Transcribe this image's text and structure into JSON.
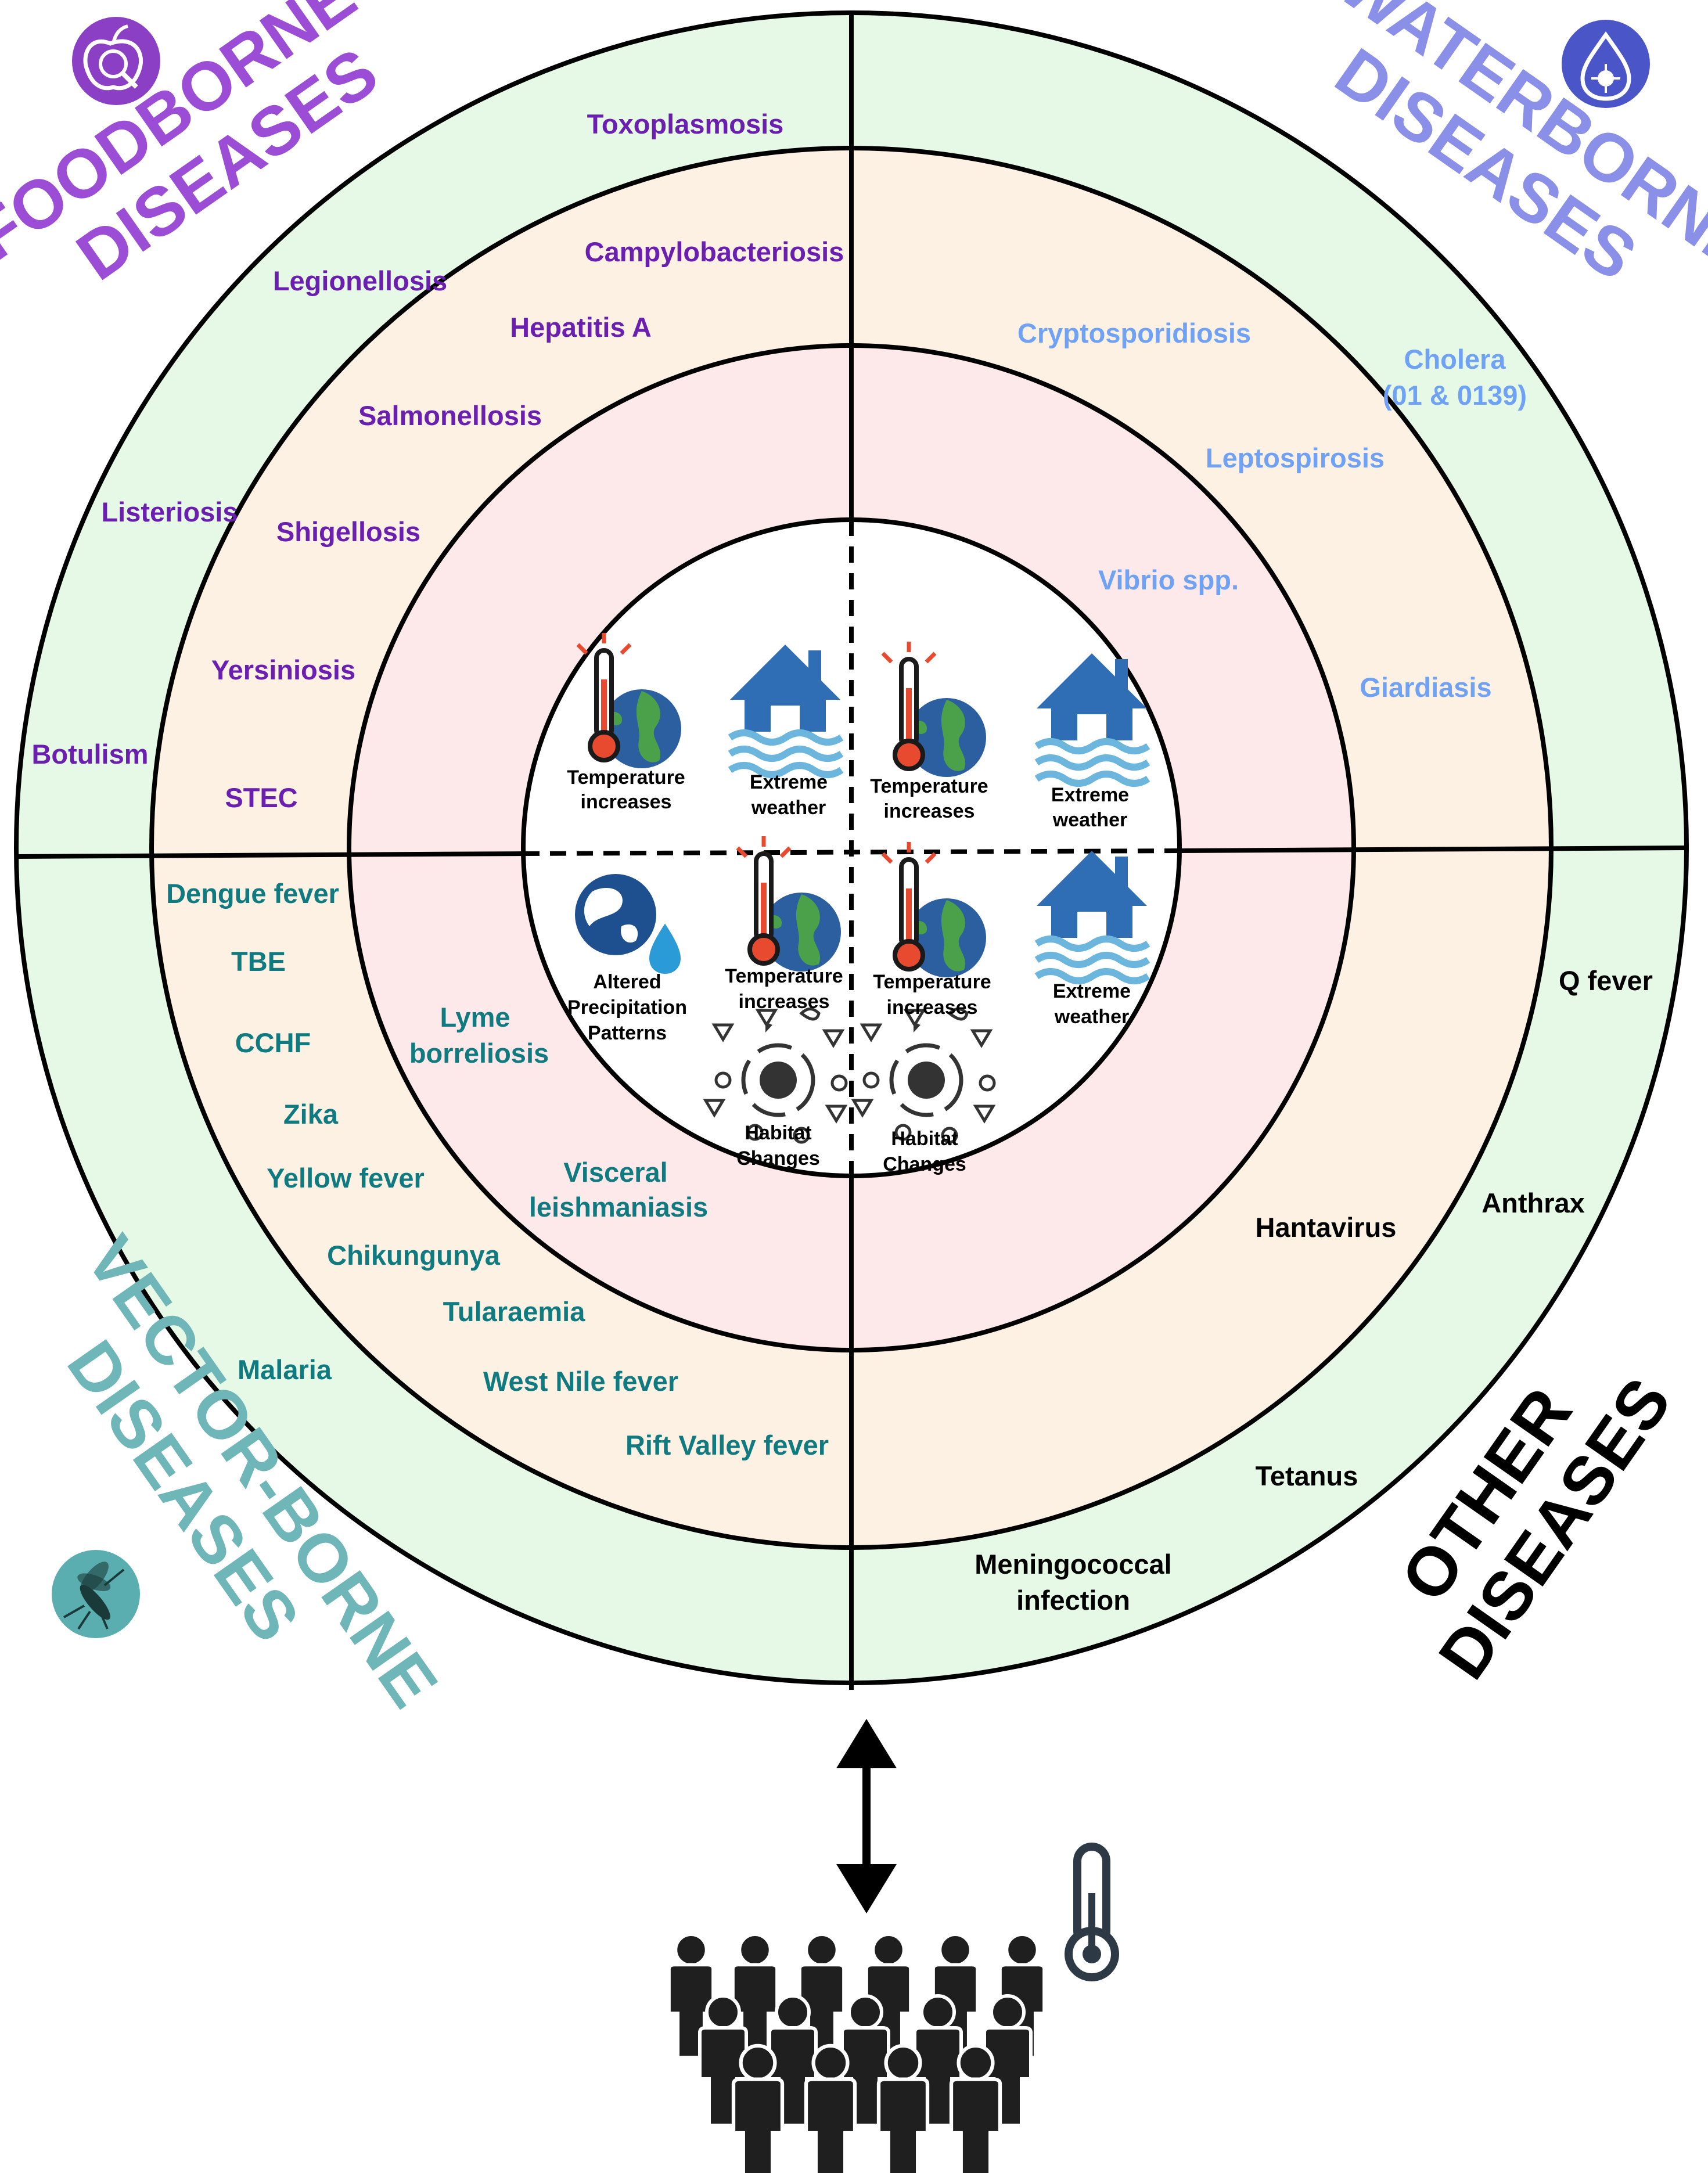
{
  "quadrants": {
    "foodborne": {
      "title_line1": "FOODBORNE",
      "title_line2": "DISEASES",
      "icon": "apple-magnifier-icon",
      "color": "#9b4dd6",
      "text_color": "#6a1fb0",
      "diseases": [
        "Toxoplasmosis",
        "Campylobacteriosis",
        "Legionellosis",
        "Hepatitis A",
        "Salmonellosis",
        "Listeriosis",
        "Shigellosis",
        "Yersiniosis",
        "Botulism",
        "STEC"
      ]
    },
    "waterborne": {
      "title_line1": "WATERBORNE",
      "title_line2": "DISEASES",
      "icon": "water-drop-microbe-icon",
      "color": "#8a8fe8",
      "text_color": "#6fa1f5",
      "diseases": [
        "Cryptosporidiosis",
        "Cholera",
        "(01 & 0139)",
        "Leptospirosis",
        "Vibrio spp.",
        "Giardiasis"
      ]
    },
    "vectorborne": {
      "title_line1": "VECTOR-BORNE",
      "title_line2": "DISEASES",
      "icon": "mosquito-icon",
      "color": "#6fb6b8",
      "text_color": "#0f7b80",
      "diseases": [
        "Dengue fever",
        "TBE",
        "CCHF",
        "Zika",
        "Yellow fever",
        "Chikungunya",
        "Tularaemia",
        "Malaria",
        "West Nile fever",
        "Rift Valley fever",
        "Lyme",
        "borreliosis",
        "Visceral",
        "leishmaniasis"
      ]
    },
    "other": {
      "title_line1": "OTHER",
      "title_line2": "DISEASES",
      "color": "#000000",
      "text_color": "#000000",
      "diseases": [
        "Q fever",
        "Anthrax",
        "Hantavirus",
        "Tetanus",
        "Meningococcal",
        "infection"
      ]
    }
  },
  "drivers": {
    "temperature": [
      "Temperature",
      "increases"
    ],
    "extreme_weather": [
      "Extreme",
      "weather"
    ],
    "precipitation": [
      "Altered",
      "Precipitation",
      "Patterns"
    ],
    "habitat": [
      "Habitat",
      "Changes"
    ]
  },
  "icons": {
    "globe_thermometer": "globe-thermometer-icon",
    "flooded_house": "flooded-house-icon",
    "globe_raindrop": "globe-raindrop-icon",
    "habitat_cycle": "habitat-cycle-icon",
    "arrow": "double-arrow-icon",
    "people": "people-crowd-icon",
    "thermometer": "thermometer-icon"
  },
  "colors": {
    "outer_ring": "#e6f9e6",
    "middle_ring": "#fdf1e4",
    "inner_ring": "#fde8ea",
    "center": "#ffffff",
    "lines": "#000000"
  }
}
